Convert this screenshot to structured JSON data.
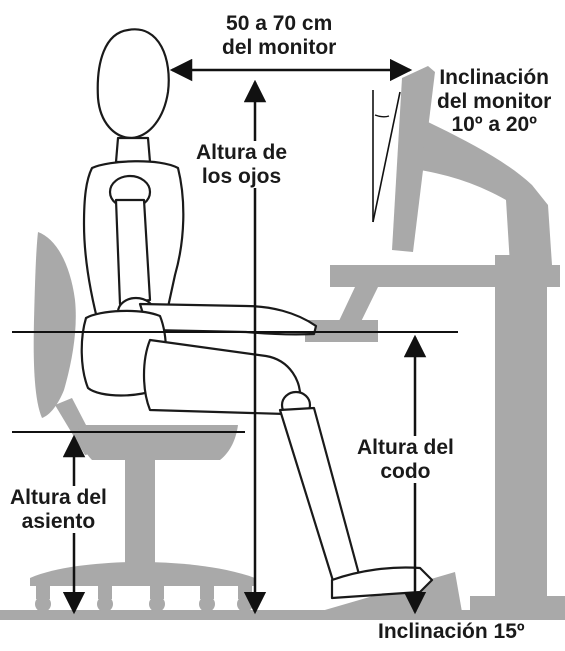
{
  "labels": {
    "distance_line1": "50 a 70 cm",
    "distance_line2": "del monitor",
    "monitor_tilt_line1": "Inclinación",
    "monitor_tilt_line2": "del monitor",
    "monitor_tilt_line3": "10º a 20º",
    "eye_height_line1": "Altura de",
    "eye_height_line2": "los ojos",
    "elbow_height_line1": "Altura del",
    "elbow_height_line2": "codo",
    "seat_height_line1": "Altura del",
    "seat_height_line2": "asiento",
    "footrest_tilt": "Inclinación 15º"
  },
  "colors": {
    "furniture": "#a9a9a9",
    "mannequin_fill": "#ffffff",
    "mannequin_stroke": "#1a1a1a",
    "line": "#111111",
    "text": "#1a1a1a"
  }
}
